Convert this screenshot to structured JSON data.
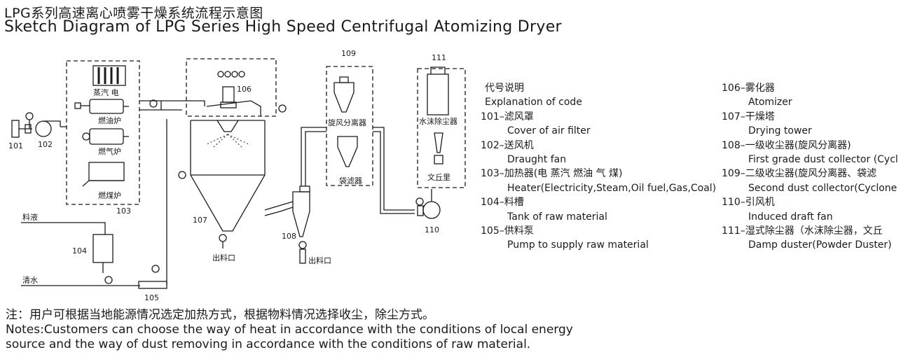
{
  "title_cn": "LPG系列高速离心喷雾干燥系统流程示意图",
  "title_en": "Sketch Diagram of LPG Series High Speed Centrifugal Atomizing Dryer",
  "diagram": {
    "labels": {
      "l101": "101",
      "l102": "102",
      "l103": "103",
      "l104": "104",
      "l105": "105",
      "l106": "106",
      "l107": "107",
      "l108": "108",
      "l109": "109",
      "l110": "110",
      "l111": "111",
      "electric": "蒸汽 电",
      "oil": "燃油炉",
      "steam": "燃气炉",
      "coal": "燃煤炉",
      "feed_liquid": "料液",
      "clean_water": "清水",
      "outlet1": "出料口",
      "outlet2": "出料口",
      "cyclone": "旋风分离器",
      "bag_filter": "袋滤器",
      "water_dust": "水沫除尘器",
      "venturi": "文丘里"
    }
  },
  "legend": {
    "heading_cn": "代号说明",
    "heading_en": "Explanation of code",
    "left": [
      {
        "code": "101–滤风罩",
        "en": "Cover of air filter"
      },
      {
        "code": "102–送风机",
        "en": "Draught fan"
      },
      {
        "code": "103–加热器(电 蒸汽 燃油 气 煤)",
        "en": "Heater(Electricity,Steam,Oil fuel,Gas,Coal)"
      },
      {
        "code": "104–料槽",
        "en": "Tank of raw material"
      },
      {
        "code": "105–供料泵",
        "en": "Pump to supply raw material"
      }
    ],
    "right": [
      {
        "code": "106–雾化器",
        "en": "Atomizer"
      },
      {
        "code": "107–干燥塔",
        "en": "Drying tower"
      },
      {
        "code": "108–一级收尘器(旋风分离器)",
        "en": "First grade dust collector (Cycl"
      },
      {
        "code": "109–二级收尘器(旋风分离器、袋滤",
        "en": "Second dust collector(Cyclone"
      },
      {
        "code": "110–引风机",
        "en": "Induced draft fan"
      },
      {
        "code": "111–湿式除尘器（水沫除尘器，文丘",
        "en": "Damp duster(Powder Duster)"
      }
    ]
  },
  "notes": {
    "cn": "注：用户可根据当地能源情况选定加热方式，根据物料情况选择收尘，除尘方式。",
    "en1": "Notes:Customers can choose the way of heat in accordance with the conditions of local energy",
    "en2": "source and the way of dust removing in accordance with the conditions of raw material."
  }
}
